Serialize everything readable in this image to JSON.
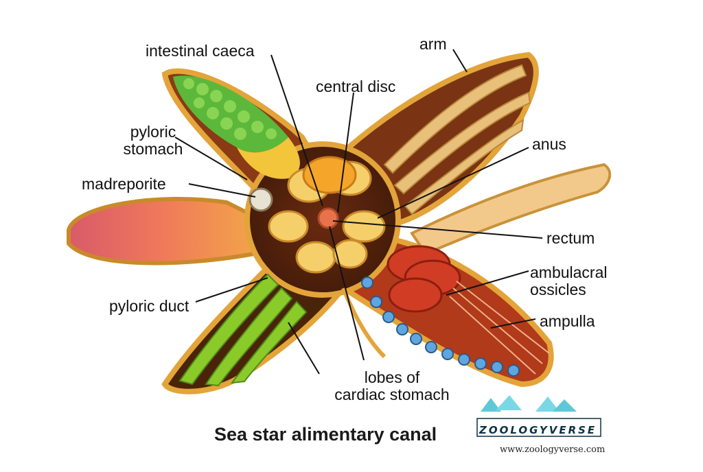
{
  "title": "Sea star alimentary canal",
  "labels": {
    "intestinal_caeca": "intestinal caeca",
    "central_disc": "central disc",
    "arm": "arm",
    "pyloric_stomach": "pyloric\nstomach",
    "anus": "anus",
    "madreporite": "madreporite",
    "rectum": "rectum",
    "ambulacral_ossicles": "ambulacral\nossicles",
    "ampulla": "ampulla",
    "pyloric_duct": "pyloric duct",
    "lobes_of_cardiac_stomach": "lobes of\ncardiac stomach"
  },
  "brand": {
    "name": "ZOOLOGYVERSE",
    "url": "www.zoologyverse.com"
  }
}
